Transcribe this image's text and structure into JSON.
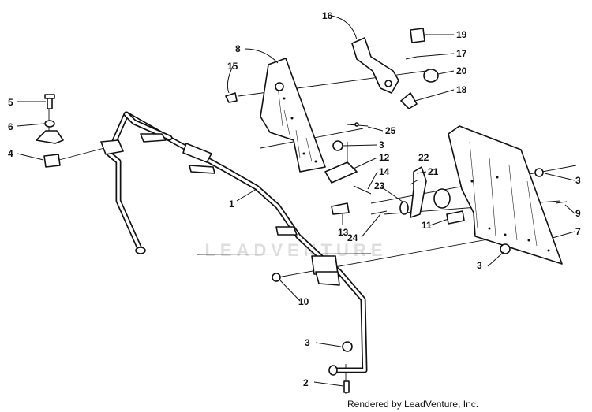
{
  "watermark": "LEADVENTURE",
  "credit": "Rendered by LeadVenture, Inc.",
  "callouts": [
    "1",
    "2",
    "3",
    "3",
    "3",
    "3",
    "4",
    "5",
    "6",
    "7",
    "8",
    "9",
    "10",
    "11",
    "12",
    "13",
    "14",
    "15",
    "16",
    "17",
    "18",
    "19",
    "20",
    "21",
    "22",
    "23",
    "24",
    "25"
  ]
}
